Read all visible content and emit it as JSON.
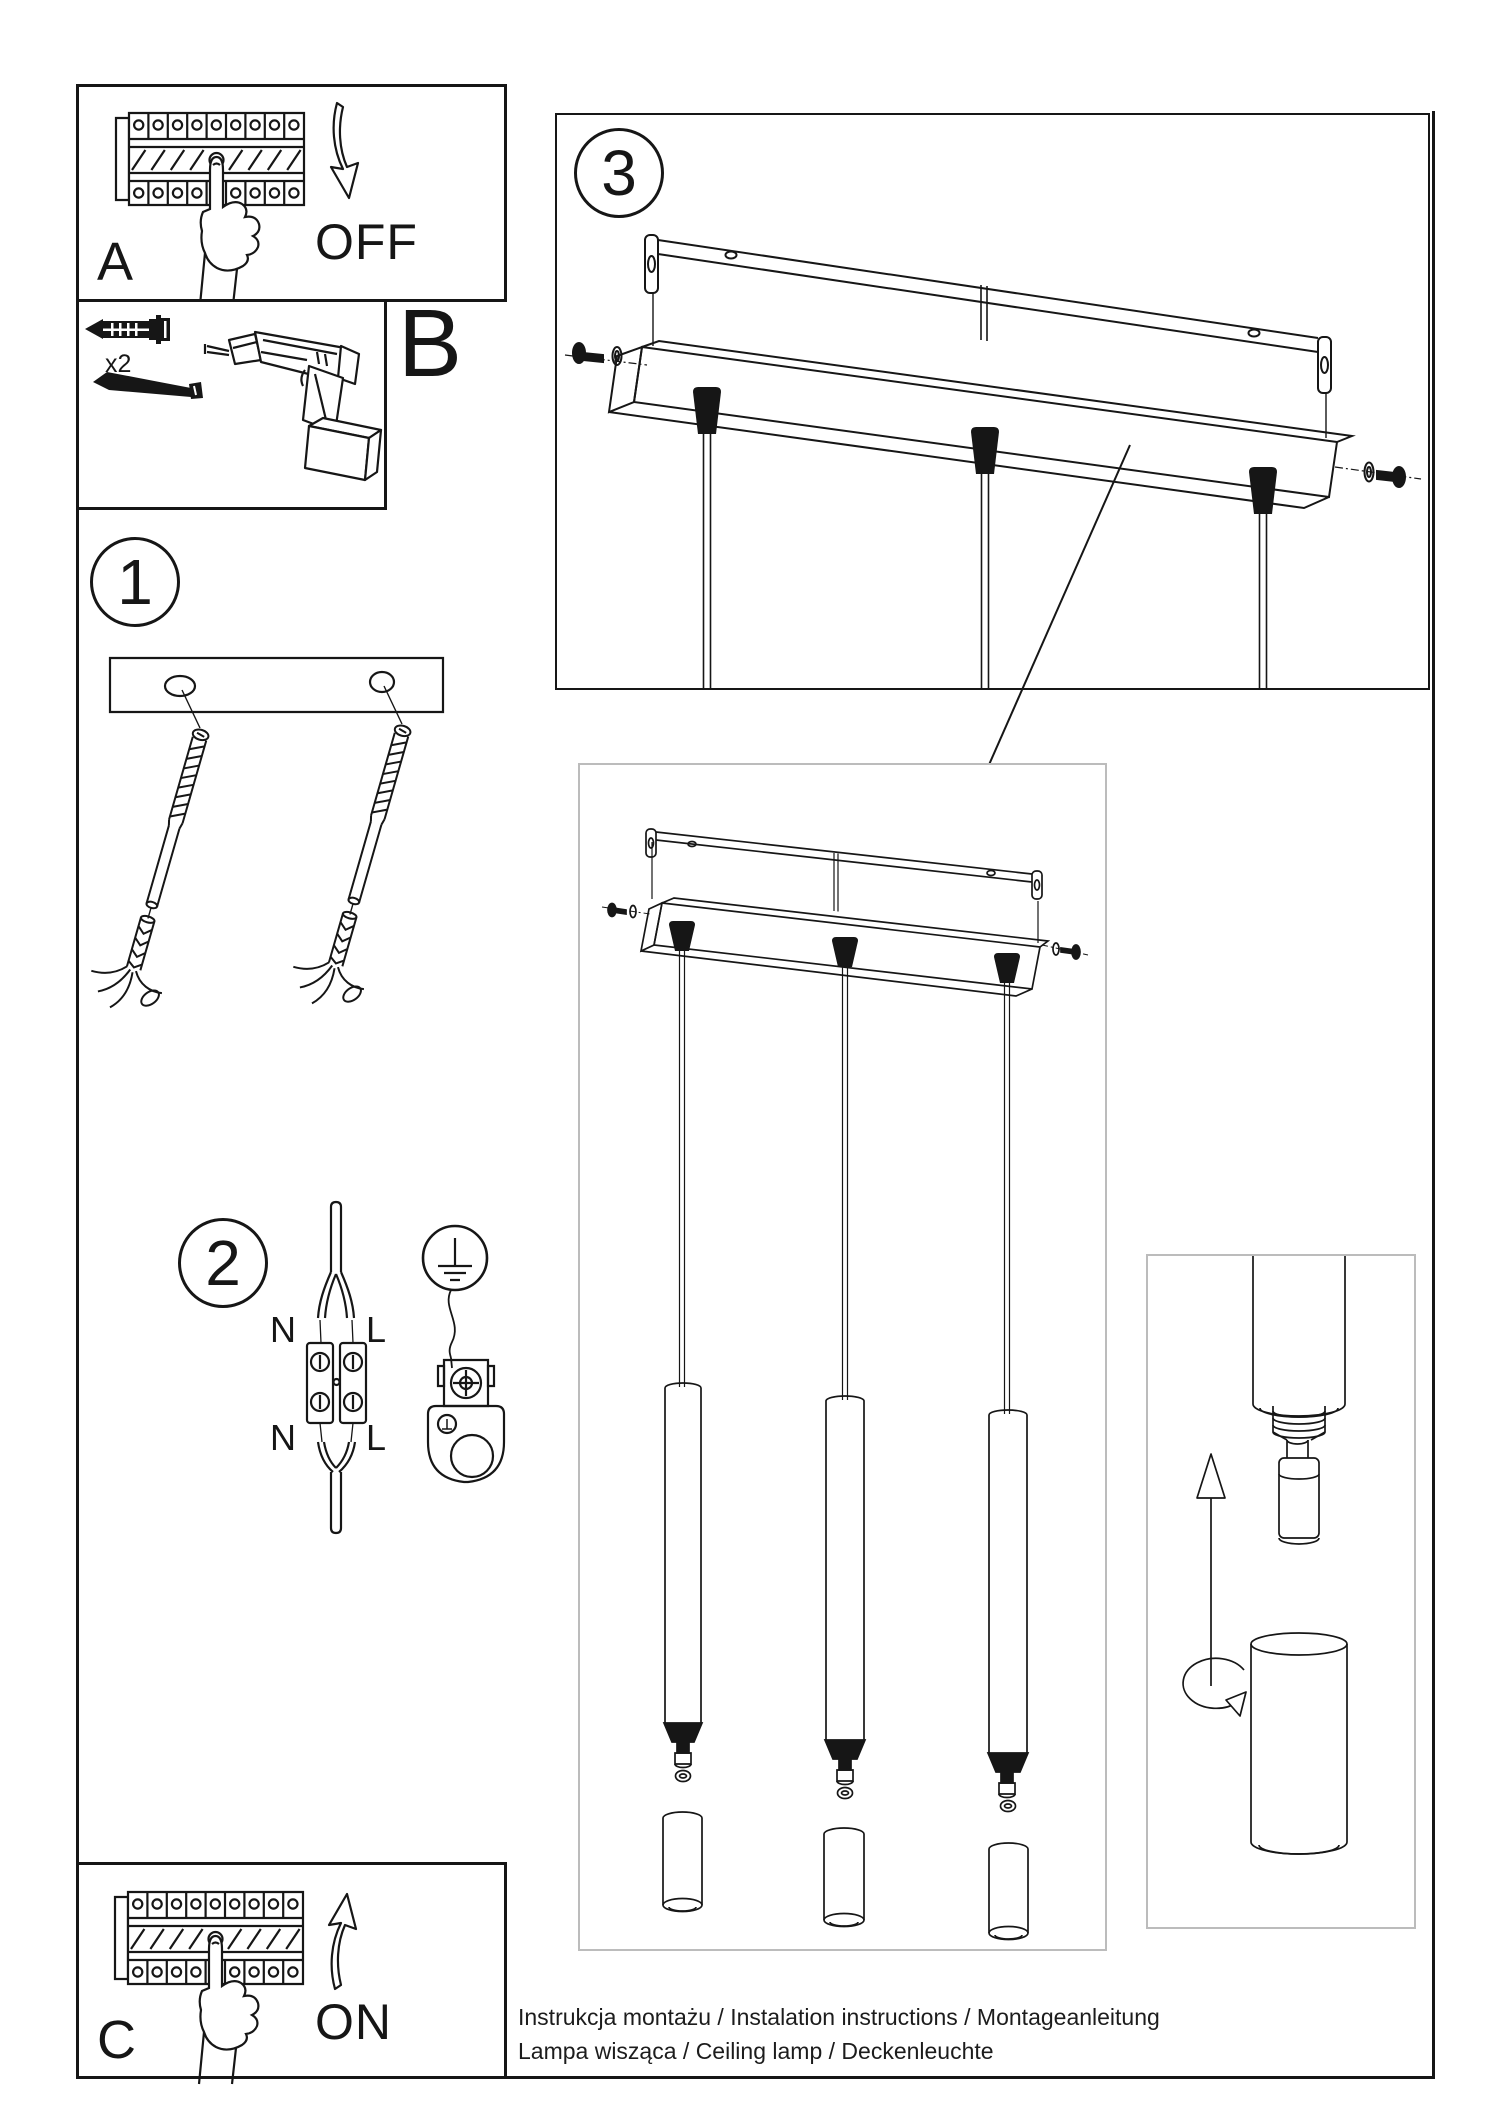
{
  "panels": {
    "a": {
      "letter": "A",
      "state": "OFF"
    },
    "b": {
      "letter": "B",
      "anchor_qty": "x2"
    },
    "c": {
      "letter": "C",
      "state": "ON"
    }
  },
  "step_numbers": {
    "one": "1",
    "two": "2",
    "three": "3"
  },
  "wiring": {
    "n_top": "N",
    "l_top": "L",
    "n_bottom": "N",
    "l_bottom": "L"
  },
  "footer": {
    "line1": "Instrukcja montażu / Instalation instructions / Montageanleitung",
    "line2": "Lampa wisząca / Ceiling lamp / Deckenleuchte"
  }
}
